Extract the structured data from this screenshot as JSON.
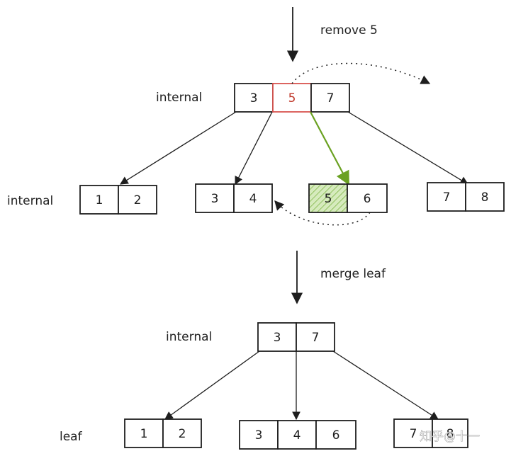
{
  "labels": {
    "step1_caption": "remove 5",
    "step2_caption": "merge leaf",
    "top_root_label": "internal",
    "top_children_label": "internal",
    "bottom_root_label": "internal",
    "bottom_children_label": "leaf",
    "watermark": "知乎@十一"
  },
  "stage1": {
    "root": [
      "3",
      "5",
      "7"
    ],
    "children": [
      [
        "1",
        "2"
      ],
      [
        "3",
        "4"
      ],
      [
        "5",
        "6"
      ],
      [
        "7",
        "8"
      ]
    ],
    "removed_key": "5"
  },
  "stage2": {
    "root": [
      "3",
      "7"
    ],
    "children": [
      [
        "1",
        "2"
      ],
      [
        "3",
        "4",
        "6"
      ],
      [
        "7",
        "8"
      ]
    ]
  },
  "colors": {
    "removed_key_border": "#d9534f",
    "removed_key_text": "#c0392b",
    "highlight_edge": "#6aa121",
    "highlight_fill": "#b5d98a"
  }
}
